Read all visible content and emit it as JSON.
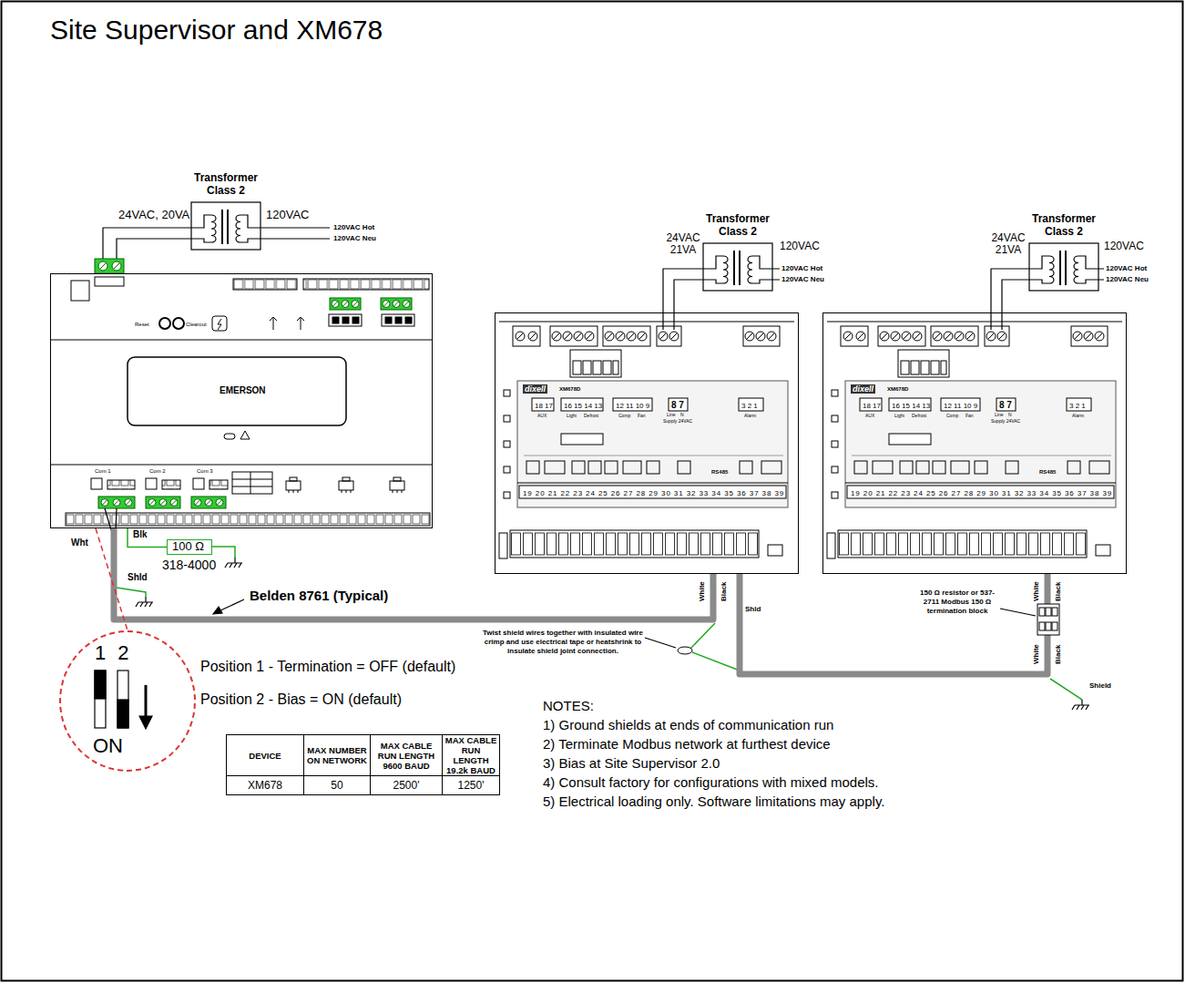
{
  "diagram": {
    "title": "Site Supervisor and XM678",
    "nodes": [
      {
        "text": [
          "Transformer Class 2"
        ]
      },
      {
        "text": [
          "EMERSON",
          "Reset",
          "Clearout",
          "Com 1",
          "Com 2",
          "Com 3"
        ]
      },
      {
        "text": [
          "Transformer Class 2"
        ]
      },
      {
        "text": [
          "dixell",
          "XM678D",
          "18 17",
          "16 15 14 13",
          "12 11 10 9",
          "8 7",
          "3 2 1",
          "Line",
          "N",
          "Supply 24VAC",
          "RS485",
          "19 20 21 22 23 24 25 26 27 28 29 30 31 32 33 34 35 36 37 38 39",
          "AUX",
          "Light",
          "Defrost",
          "Comp",
          "Fan",
          "Alarm"
        ]
      },
      {
        "text": [
          "Transformer Class 2"
        ]
      },
      {
        "text": [
          "dixell",
          "XM678D",
          "18 17",
          "16 15 14 13",
          "12 11 10 9",
          "8 7",
          "3 2 1",
          "Line",
          "N",
          "Supply 24VAC",
          "RS485",
          "19 20 21 22 23 24 25 26 27 28 29 30 31 32 33 34 35 36 37 38 39",
          "AUX",
          "Light",
          "Defrost",
          "Comp",
          "Fan",
          "Alarm"
        ]
      },
      {
        "text": [
          "100 Ω"
        ]
      },
      {
        "text": [
          "1 2",
          "ON"
        ]
      }
    ],
    "edges": [
      {
        "from": 0,
        "to": 1,
        "arrow": "none"
      },
      {
        "from": 2,
        "to": 3,
        "arrow": "none"
      },
      {
        "from": 4,
        "to": 5,
        "arrow": "none"
      },
      {
        "from": 1,
        "to": 3,
        "label": "Belden 8761 (Typical)",
        "arrow": "none"
      },
      {
        "from": 3,
        "to": 5,
        "arrow": "none"
      },
      {
        "from": 6,
        "to": 1,
        "arrow": "none"
      },
      {
        "from": 1,
        "to": 7,
        "arrow": "none"
      }
    ],
    "labels": [
      "24VAC, 20VA",
      "120VAC",
      "120VAC Hot",
      "120VAC Neu",
      "24VAC 21VA",
      "120VAC",
      "120VAC Hot",
      "120VAC Neu",
      "24VAC 21VA",
      "120VAC",
      "120VAC Hot",
      "120VAC Neu",
      "Wht",
      "Blk",
      "Shld",
      "318-4000",
      "White",
      "Black",
      "Shld",
      "Twist shield wires together with insulated wire crimp and use electrical tape or heatshrink to insulate shield joint connection.",
      "150 Ω resistor or 537-2711 Modbus 150 Ω termination block",
      "White",
      "Black",
      "White",
      "Black",
      "Shield",
      "Position 1 - Termination = OFF (default)",
      "Position 2 - Bias = ON (default)",
      "DEVICE",
      "MAX NUMBER ON NETWORK",
      "MAX CABLE RUN LENGTH 9600 BAUD",
      "MAX CABLE RUN LENGTH 19.2k BAUD",
      "XM678",
      "50",
      "2500'",
      "1250'",
      "NOTES:",
      "1) Ground shields at ends of communication run",
      "2) Terminate Modbus network at furthest device",
      "3) Bias at Site Supervisor 2.0",
      "4) Consult factory for configurations with mixed models.",
      "5) Electrical loading only. Software limitations may apply."
    ]
  }
}
